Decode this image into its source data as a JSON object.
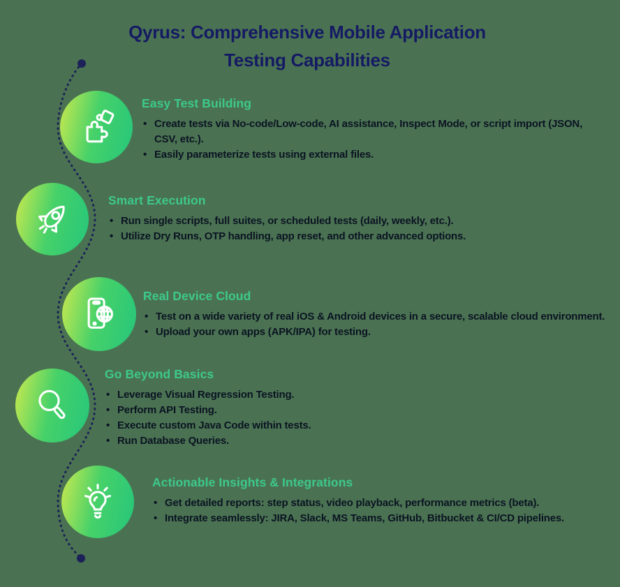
{
  "title": {
    "line1": "Qyrus: Comprehensive Mobile Application",
    "line2": "Testing Capabilities"
  },
  "colors": {
    "background": "#4a7252",
    "title_navy": "#151a63",
    "heading_green": "#3dc98b",
    "body_text": "#0b1322",
    "dotted_line_navy": "#1c2157",
    "circle_gradient_start": "#cdea4e",
    "circle_gradient_end": "#26c67c",
    "icon_stroke": "#ffffff"
  },
  "sections": [
    {
      "icon": "puzzle-icon",
      "heading": "Easy Test Building",
      "bullets": [
        "Create tests via No-code/Low-code, AI assistance, Inspect Mode, or script import (JSON, CSV, etc.).",
        "Easily parameterize tests using external files."
      ]
    },
    {
      "icon": "rocket-icon",
      "heading": "Smart Execution",
      "bullets": [
        "Run single scripts, full suites, or scheduled tests (daily, weekly, etc.).",
        "Utilize Dry Runs, OTP handling, app reset, and other advanced options."
      ]
    },
    {
      "icon": "phone-globe-icon",
      "heading": "Real Device Cloud",
      "bullets": [
        "Test on a wide variety of real iOS & Android devices in a secure, scalable cloud environment.",
        "Upload your own apps (APK/IPA) for testing."
      ]
    },
    {
      "icon": "magnifier-icon",
      "heading": "Go Beyond Basics",
      "bullets": [
        "Leverage Visual Regression Testing.",
        "Perform API Testing.",
        "Execute custom Java Code within tests.",
        "Run Database Queries."
      ]
    },
    {
      "icon": "lightbulb-icon",
      "heading": "Actionable Insights & Integrations",
      "bullets": [
        "Get detailed reports: step status, video playback, performance metrics (beta).",
        "Integrate seamlessly: JIRA, Slack, MS Teams, GitHub, Bitbucket & CI/CD pipelines."
      ]
    }
  ]
}
